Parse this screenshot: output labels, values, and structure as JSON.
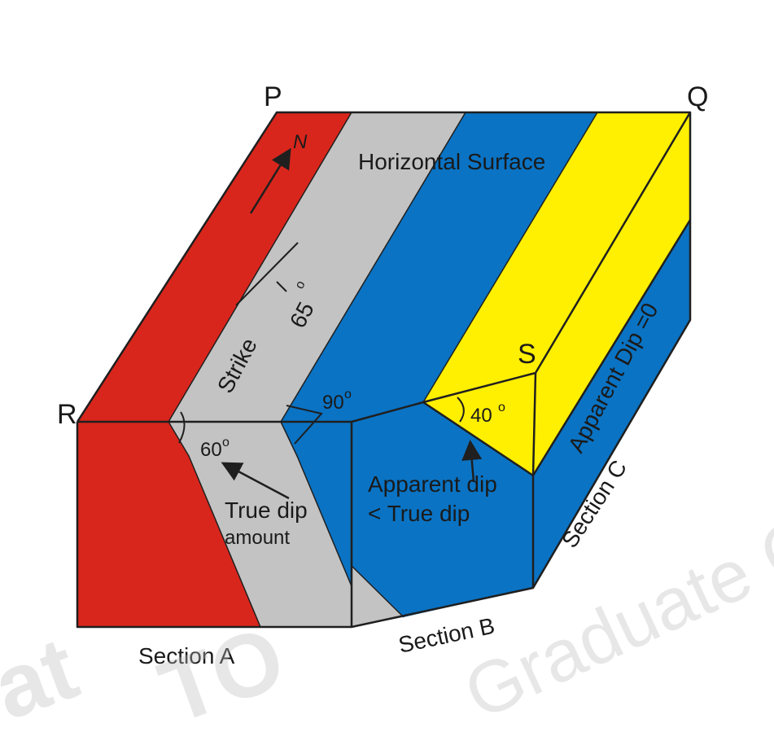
{
  "colors": {
    "red": "#d9261c",
    "gray": "#c3c3c3",
    "blue": "#0a73c4",
    "yellow": "#ffef00",
    "outline": "#1f1f1f"
  },
  "labels": {
    "corner_p": "P",
    "corner_q": "Q",
    "corner_r": "R",
    "corner_s": "S",
    "north": "N",
    "horizontal_surface": "Horizontal Surface",
    "strike": "Strike",
    "angle_65": "65",
    "angle_90": "90",
    "angle_60": "60",
    "angle_40": "40",
    "degree_mark": "o",
    "true_dip_line1": "True dip",
    "true_dip_line2": "amount",
    "apparent_dip_line1": "Apparent dip",
    "apparent_dip_line2": "< True dip",
    "apparent_dip_zero": "Apparent Dip =0",
    "section_a": "Section A",
    "section_b": "Section B",
    "section_c": "Section C"
  },
  "watermark": {
    "text_1": "at",
    "text_2": "TO",
    "text_3": "Graduate C"
  }
}
